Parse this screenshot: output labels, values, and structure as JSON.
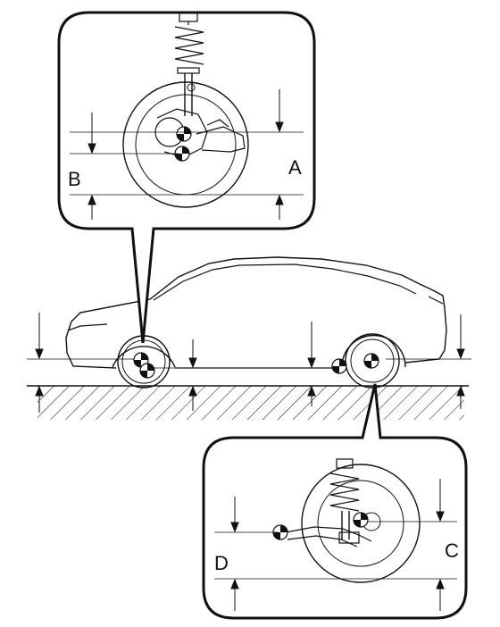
{
  "diagram": {
    "labels": {
      "a": "A",
      "b": "B",
      "c": "C",
      "d": "D"
    },
    "colors": {
      "line": "#111111",
      "background": "#ffffff"
    },
    "icons": [
      "car-body-outline-icon",
      "front-suspension-icon",
      "rear-suspension-icon",
      "center-target-icon"
    ]
  }
}
